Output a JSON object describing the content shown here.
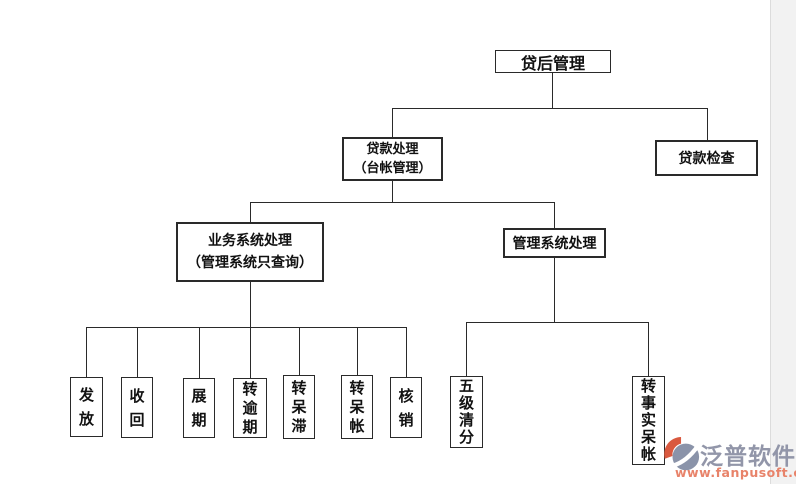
{
  "page": {
    "background": "#ffffff",
    "right_gutter_color": "#f2f2f2"
  },
  "diagram": {
    "line_color": "#2a2a2a",
    "box_border_color": "#2a2a2a",
    "text_color": "#111111",
    "nodes": {
      "root": {
        "label": "贷后管理"
      },
      "loan_processing": {
        "line1": "贷款处理",
        "line2": "（台帐管理）"
      },
      "loan_inspection": {
        "label": "贷款检查"
      },
      "business_system": {
        "line1": "业务系统处理",
        "line2": "（管理系统只查询）"
      },
      "management_system": {
        "label": "管理系统处理"
      },
      "business_leaves": [
        "发放",
        "收回",
        "展期",
        "转逾期",
        "转呆滞",
        "转呆帐",
        "核销"
      ],
      "management_leaves": [
        "五级清分",
        "转事实呆帐"
      ]
    }
  },
  "watermark": {
    "brand": "泛普软件",
    "url": "www.fanpusoft.com",
    "brand_color": "#9296a9",
    "url_color": "#e8836a",
    "logo_orange": "#d9593f",
    "logo_gray": "#8a93a9"
  }
}
